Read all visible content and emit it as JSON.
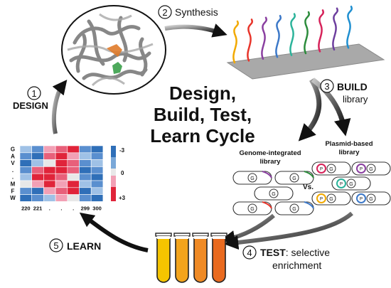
{
  "center_title": [
    "Design,",
    "Build, Test,",
    "Learn Cycle"
  ],
  "steps": [
    {
      "num": "1",
      "label": "DESIGN"
    },
    {
      "num": "2",
      "label": "Synthesis"
    },
    {
      "num": "3",
      "label": "BUILD",
      "sub": "library"
    },
    {
      "num": "4",
      "label": "TEST",
      "rest": ": selective",
      "sub": "enrichment"
    },
    {
      "num": "5",
      "label": "LEARN"
    }
  ],
  "libraries": {
    "genome": [
      "Genome-integrated",
      "library"
    ],
    "plasmid": [
      "Plasmid-based",
      "library"
    ],
    "vs": "Vs.",
    "cell_label": "G",
    "plasmid_label": "P"
  },
  "heatmap": {
    "row_labels": [
      "G",
      "A",
      "V",
      ".",
      ".",
      "M",
      "F",
      "W"
    ],
    "col_labels": [
      "220",
      "221",
      ".",
      ".",
      ".",
      "299",
      "300"
    ],
    "scale_labels": [
      "-3",
      "0",
      "+3"
    ],
    "colors": {
      "neg": "#2f6fb8",
      "zero": "#e8e8e8",
      "pos": "#e0243a"
    }
  },
  "oligo_colors": [
    "#f2a900",
    "#e8352b",
    "#8a3fa0",
    "#3c78c8",
    "#2bb39a",
    "#2c8c3c",
    "#d6235a",
    "#6d3e9e",
    "#1f8fd0"
  ],
  "tube_colors": [
    "#f5c400",
    "#f3a41c",
    "#ef8a25",
    "#e96a1f"
  ]
}
